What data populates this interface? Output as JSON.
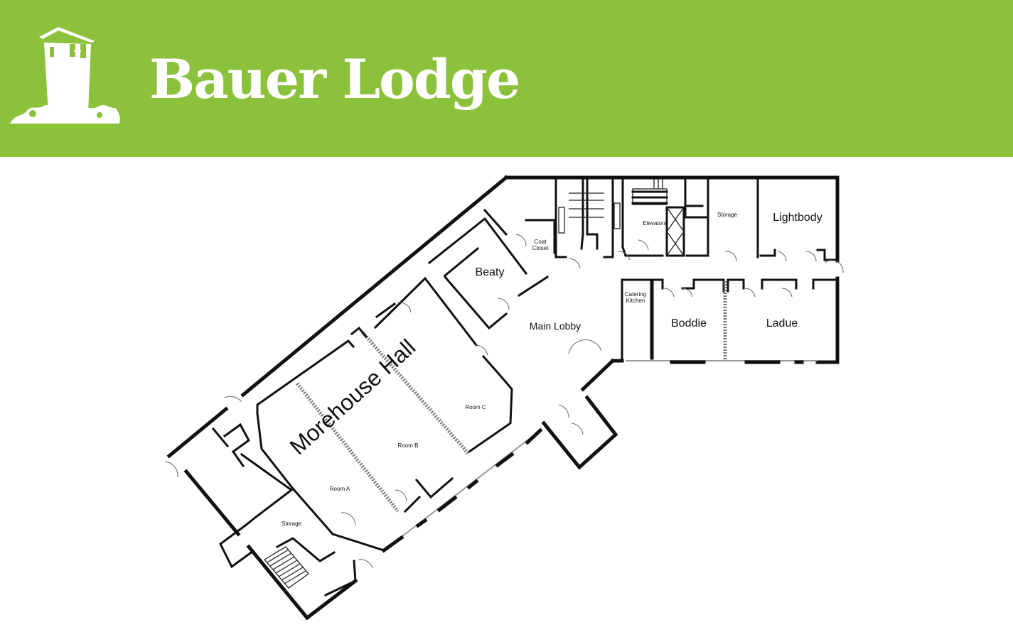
{
  "header": {
    "title": "Bauer Lodge",
    "accent_color": "#8bc13b",
    "logo_icon": "tower-icon"
  },
  "rooms": {
    "morehouse_hall": "Morehouse Hall",
    "room_a": "Room A",
    "room_b": "Room B",
    "room_c": "Room C",
    "beaty": "Beaty",
    "main_lobby": "Main Lobby",
    "coat_closet_line1": "Coat",
    "coat_closet_line2": "Closet",
    "elevators": "Elevators",
    "storage_upper": "Storage",
    "lightbody": "Lightbody",
    "catering_line1": "Catering",
    "catering_line2": "Kitchen",
    "boddie": "Boddie",
    "ladue": "Ladue",
    "storage_lower": "Storage"
  }
}
